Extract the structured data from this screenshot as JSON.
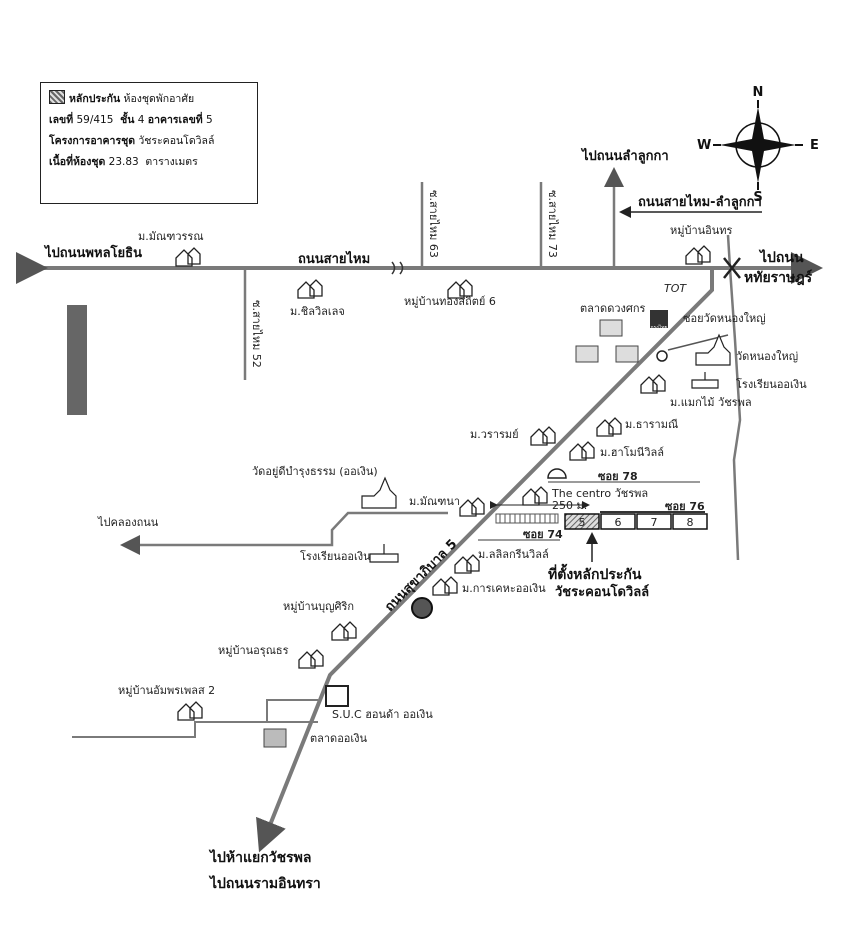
{
  "info_box": {
    "title_bold": "หลักประกัน",
    "title_rest": "ห้องชุดพักอาศัย",
    "number_label": "เลขที่",
    "number_value": "59/415",
    "floor_label": "ชั้น",
    "floor_value": "4",
    "building_label": "อาคารเลขที่",
    "building_value": "5",
    "project_label": "โครงการอาคารชุด",
    "project_value": "วัชระคอนโดวิลล์",
    "area_label": "เนื้อที่ห้องชุด",
    "area_value": "23.83",
    "area_unit": "ตารางเมตร"
  },
  "compass": {
    "n": "N",
    "s": "S",
    "e": "E",
    "w": "W"
  },
  "roads": {
    "to_phahon": "ไปถนนพหลโยธิน",
    "sai_mai": "ถนนสายไหม",
    "to_lam_luk_ka": "ไปถนนลำลูกกา",
    "sai_mai_lam_luk_ka": "ถนนสายไหม-ลำลูกกา",
    "to_hathairat_1": "ไปถนน",
    "to_hathairat_2": "หทัยราษฎร์",
    "soi_63": "ซ.สายไหม 63",
    "soi_73": "ซ.สายไหม 73",
    "soi_52": "ซ.สายไหม 52",
    "soi_wat_nong_yai": "ซอยวัดหนองใหญ่",
    "soi_78": "ซอย 78",
    "soi_76": "ซอย 76",
    "soi_74": "ซอย 74",
    "distance": "250 ม.",
    "phahon_5": "ถนนสุขาภิบาล 5",
    "to_khlong_thanon": "ไปคลองถนน",
    "to_watcharaphon_1": "ไปห้าแยกวัชรพล",
    "to_watcharaphon_2": "ไปถนนรามอินทรา"
  },
  "places": {
    "mandawan": "ม.มัณฑวรรณ",
    "silvilej": "ม.ชิลวิลเลจ",
    "thongsathit": "หมู่บ้านทองสถิตย์ 6",
    "inthon": "หมู่บ้านอินทร",
    "tot": "TOT",
    "talat_duangsak": "ตลาดดวงศกร",
    "krungthai": "กรุงไทย",
    "wat_nong_yai": "วัดหนองใหญ่",
    "school_oengoen_1": "โรงเรียนออเงิน",
    "maemai": "ม.แมกไม้ วัชรพล",
    "tharamani": "ม.ธารามณี",
    "waram": "ม.วรารมย์",
    "harmony": "ม.ฮาโมนีวิลล์",
    "the_centro": "The centro วัชรพล",
    "wat_yudi": "วัดอยู่ดีบำรุงธรรม (ออเงิน)",
    "manthana": "ม.มัณฑนา",
    "school_oengoen_2": "โรงเรียนออเงิน",
    "lalil": "ม.ลลิลกรีนวิลล์",
    "karaket": "ม.การเคหะออเงิน",
    "bunsirik": "หมู่บ้านบุญศิริก",
    "arunthorn": "หมู่บ้านอรุณธร",
    "amphon": "หมู่บ้านอัมพรเพลส 2",
    "suc": "S.U.C ฮอนด้า ออเงิน",
    "talat_oengoen": "ตลาดออเงิน"
  },
  "site": {
    "label": "ที่ตั้งหลักประกัน",
    "name": "วัชระคอนโดวิลล์",
    "box_5": "5",
    "box_6": "6",
    "box_7": "7",
    "box_8": "8"
  },
  "colors": {
    "road": "#7a7a7a",
    "road_dark": "#555555",
    "side_bar": "#666666"
  }
}
